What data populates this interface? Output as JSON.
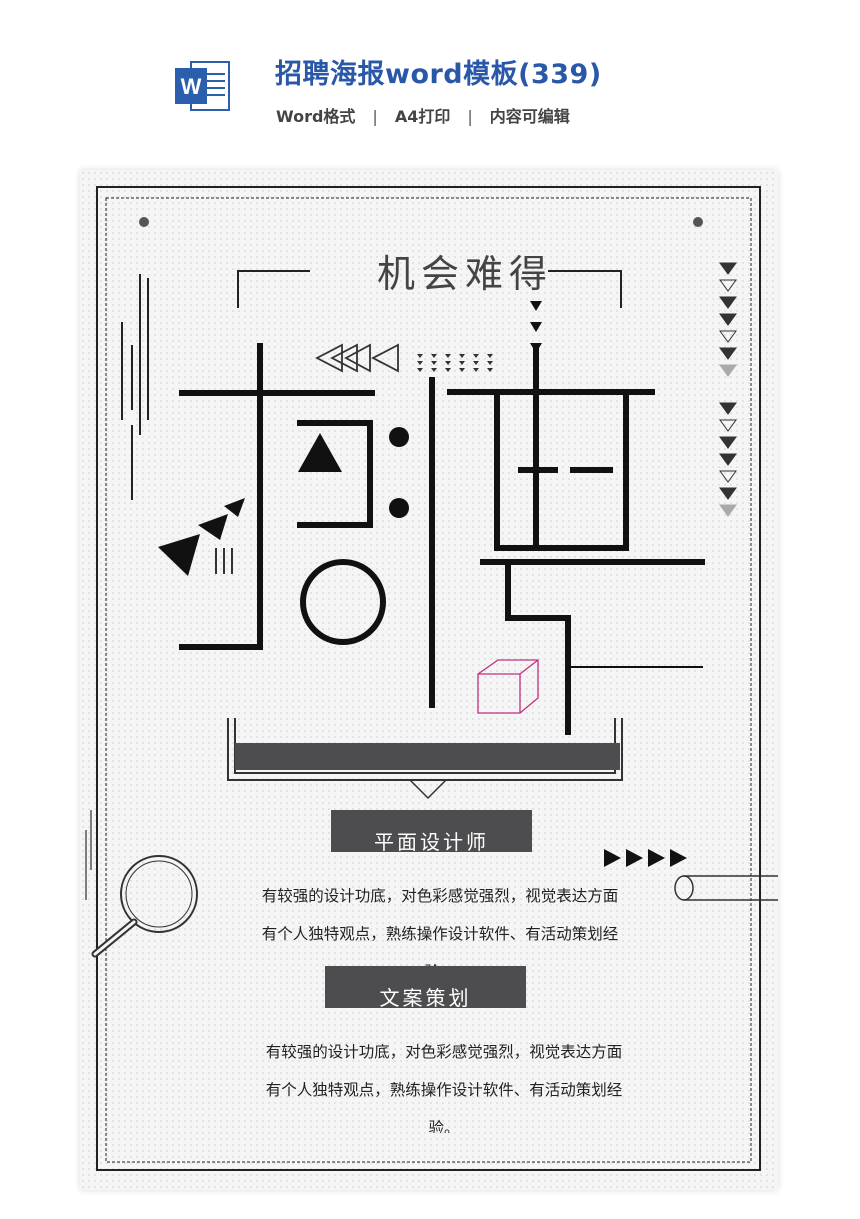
{
  "header": {
    "icon_letter": "W",
    "title": "招聘海报word模板(339)",
    "meta": [
      "Word格式",
      "A4打印",
      "内容可编辑"
    ],
    "separator": "|"
  },
  "poster": {
    "eyebrow": "机会难得",
    "positions": [
      {
        "label": "平面设计师",
        "lines": [
          "有较强的设计功底，对色彩感觉强烈，视觉表达方面",
          "有个人独特观点，熟练操作设计软件、有活动策划经",
          "验。"
        ]
      },
      {
        "label": "文案策划",
        "lines": [
          "有较强的设计功底，对色彩感觉强烈，视觉表达方面",
          "有个人独特观点，熟练操作设计软件、有活动策划经",
          "验。"
        ]
      }
    ]
  },
  "colors": {
    "title_blue": "#2a58a8",
    "word_icon_blue": "#2b5fad",
    "ink": "#111111",
    "label_gray": "#4d4d4f",
    "cube_magenta": "#c0307e"
  }
}
